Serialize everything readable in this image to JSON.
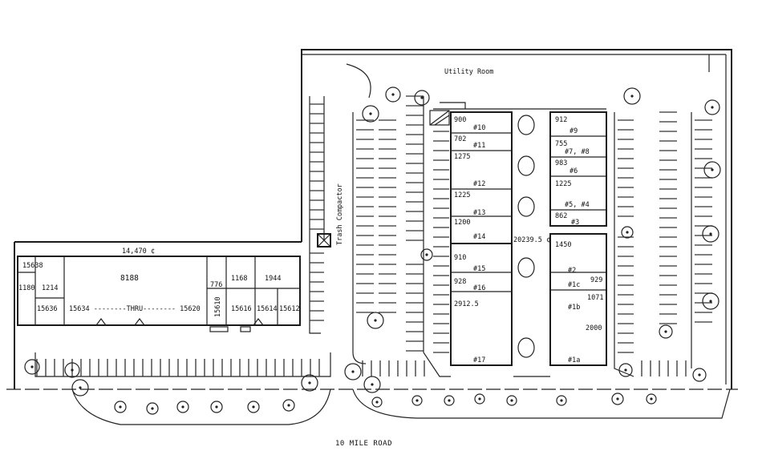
{
  "labels": {
    "utility_room": "Utility Room",
    "trash_compactor": "Trash Compactor",
    "road": "10 MILE ROAD",
    "frontage": "14,470 ¢",
    "center_area": "20239.5 ¢",
    "thru": "15634 --------THRU-------- 15620"
  },
  "left_building": [
    {
      "text": "15638"
    },
    {
      "text": "1180"
    },
    {
      "text": "1214"
    },
    {
      "text": "15636"
    },
    {
      "text": "8188"
    },
    {
      "text": "776"
    },
    {
      "text": "15610"
    },
    {
      "text": "1168"
    },
    {
      "text": "15616"
    },
    {
      "text": "1944"
    },
    {
      "text": "15614"
    },
    {
      "text": "15612"
    }
  ],
  "units_west": [
    {
      "sqft": "900",
      "unit": "#10"
    },
    {
      "sqft": "702",
      "unit": "#11"
    },
    {
      "sqft": "1275",
      "unit": "#12"
    },
    {
      "sqft": "1225",
      "unit": "#13"
    },
    {
      "sqft": "1200",
      "unit": "#14"
    },
    {
      "sqft": "910",
      "unit": "#15"
    },
    {
      "sqft": "928",
      "unit": "#16"
    },
    {
      "sqft": "2912.5",
      "unit": "#17"
    }
  ],
  "units_east": [
    {
      "sqft": "912",
      "unit": "#9"
    },
    {
      "sqft": "755",
      "unit": "#7, #8"
    },
    {
      "sqft": "983",
      "unit": "#6"
    },
    {
      "sqft": "1225",
      "unit": "#5, #4"
    },
    {
      "sqft": "862",
      "unit": "#3"
    },
    {
      "sqft": "1450",
      "unit": "#2"
    },
    {
      "sqft": "929",
      "unit": "#1c"
    },
    {
      "sqft": "1071",
      "unit": "#1b"
    },
    {
      "sqft": "2000",
      "unit": "#1a"
    }
  ]
}
